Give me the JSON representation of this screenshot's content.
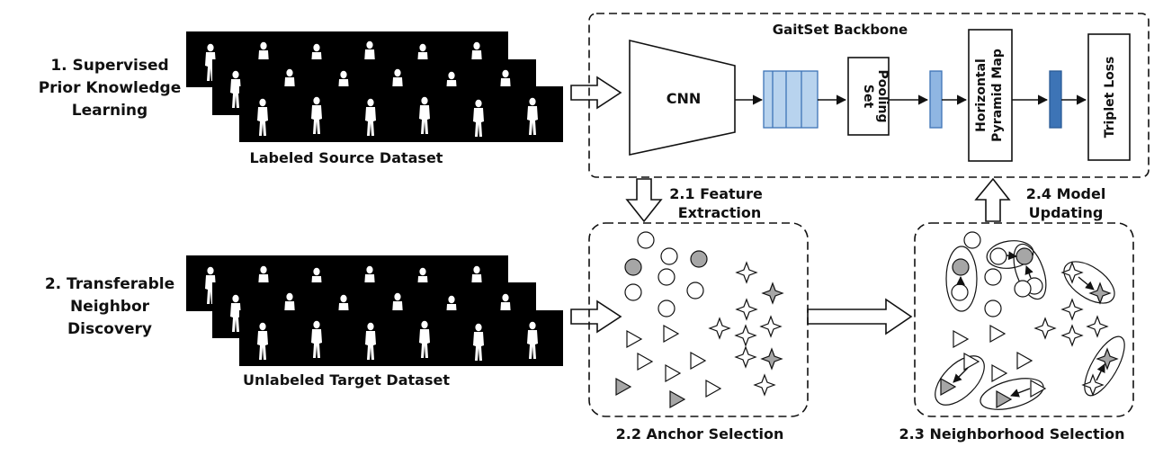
{
  "stage1": {
    "line1": "1. Supervised",
    "line2": "Prior Knowledge",
    "line3": "Learning"
  },
  "stage2": {
    "line1": "2. Transferable",
    "line2": "Neighbor",
    "line3": "Discovery"
  },
  "source_dataset": "Labeled Source Dataset",
  "target_dataset": "Unlabeled Target Dataset",
  "backbone": {
    "title": "GaitSet Backbone",
    "cnn": "CNN",
    "set_pooling_1": "Set",
    "set_pooling_2": "Pooling",
    "hpm_1": "Horizontal",
    "hpm_2": "Pyramid Map",
    "triplet_loss": "Triplet Loss"
  },
  "steps": {
    "feature_1": "2.1 Feature",
    "feature_2": "Extraction",
    "model_1": "2.4 Model",
    "model_2": "Updating",
    "anchor": "2.2 Anchor Selection",
    "neighborhood": "2.3 Neighborhood Selection"
  },
  "colors": {
    "feature_light": "#b8d3ee",
    "feature_mid": "#8fb6e2",
    "feature_dark": "#3d74b6",
    "anchor_gray": "#a6a6a6"
  }
}
